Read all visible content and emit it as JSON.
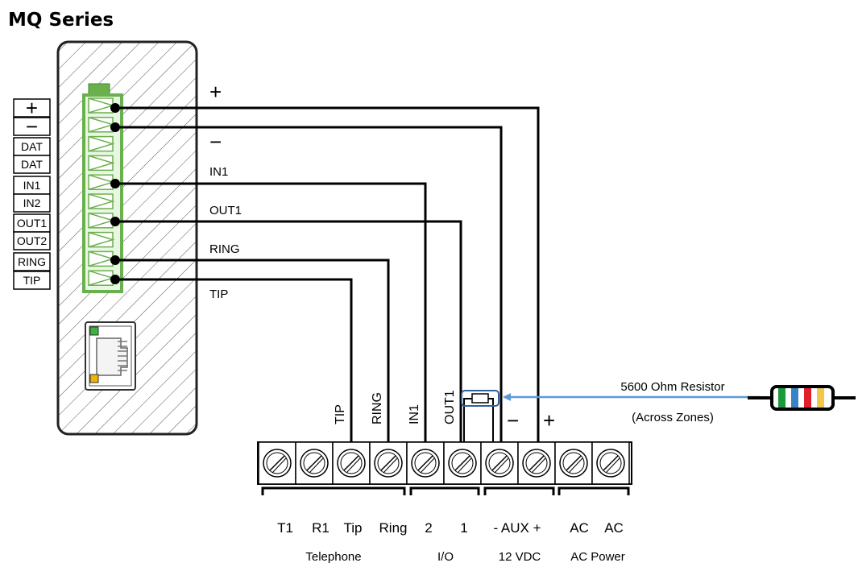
{
  "title": "MQ Series",
  "pin_labels": [
    "+",
    "−",
    "DAT",
    "DAT",
    "IN1",
    "IN2",
    "OUT1",
    "OUT2",
    "RING",
    "TIP"
  ],
  "wire_labels": {
    "plus": "+",
    "minus": "−",
    "in1": "IN1",
    "out1": "OUT1",
    "ring": "RING",
    "tip": "TIP"
  },
  "vertical_labels": [
    "TIP",
    "RING",
    "IN1",
    "OUT1"
  ],
  "aux_signs": {
    "minus": "−",
    "plus": "+"
  },
  "terminal_labels": [
    "T1",
    "R1",
    "Tip",
    "Ring",
    "2",
    "1",
    "- AUX +",
    "AC",
    "AC"
  ],
  "group_labels": [
    "Telephone",
    "I/O",
    "12 VDC",
    "AC Power"
  ],
  "resistor": {
    "label": "5600 Ohm Resistor",
    "sublabel": "(Across Zones)",
    "bands": [
      "#1a9a3c",
      "#3b82c4",
      "#e0202a",
      "#f2c84b"
    ]
  },
  "colors": {
    "connector": "#6ab04c",
    "connector_dark": "#3c8a2c",
    "arrow": "#5b9bd5",
    "led_green": "#3cb43c",
    "led_yellow": "#f0b400"
  }
}
